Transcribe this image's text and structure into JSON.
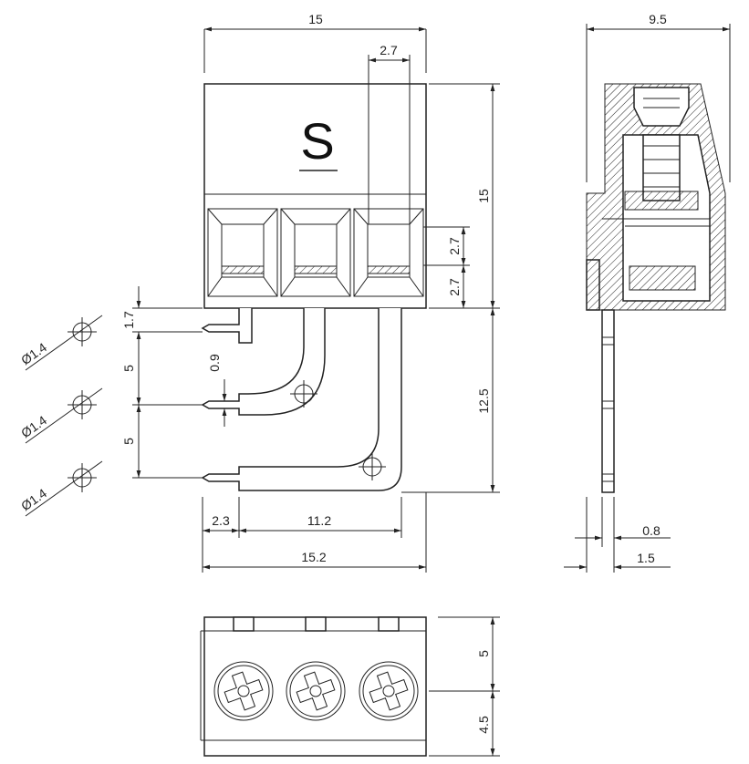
{
  "logo": {
    "letter": "S"
  },
  "front_view": {
    "width_top": "15",
    "pitch": "2.7",
    "height_body": "15",
    "opening_1": "2.7",
    "opening_2": "2.7",
    "pin_offset": "1.7",
    "pin_pitch_1": "5",
    "pin_pitch_2": "5",
    "pin_thickness": "0.9",
    "pin_length": "12.5",
    "hole_dia_1": "Ø1.4",
    "hole_dia_2": "Ø1.4",
    "hole_dia_3": "Ø1.4",
    "offset_left": "2.3",
    "span": "11.2",
    "width_overall": "15.2"
  },
  "side_view": {
    "depth": "9.5",
    "pin_width": "0.8",
    "pin_offset": "1.5"
  },
  "top_view": {
    "depth_back": "5",
    "depth_front": "4.5"
  },
  "colors": {
    "line": "#222222",
    "background": "#ffffff"
  }
}
